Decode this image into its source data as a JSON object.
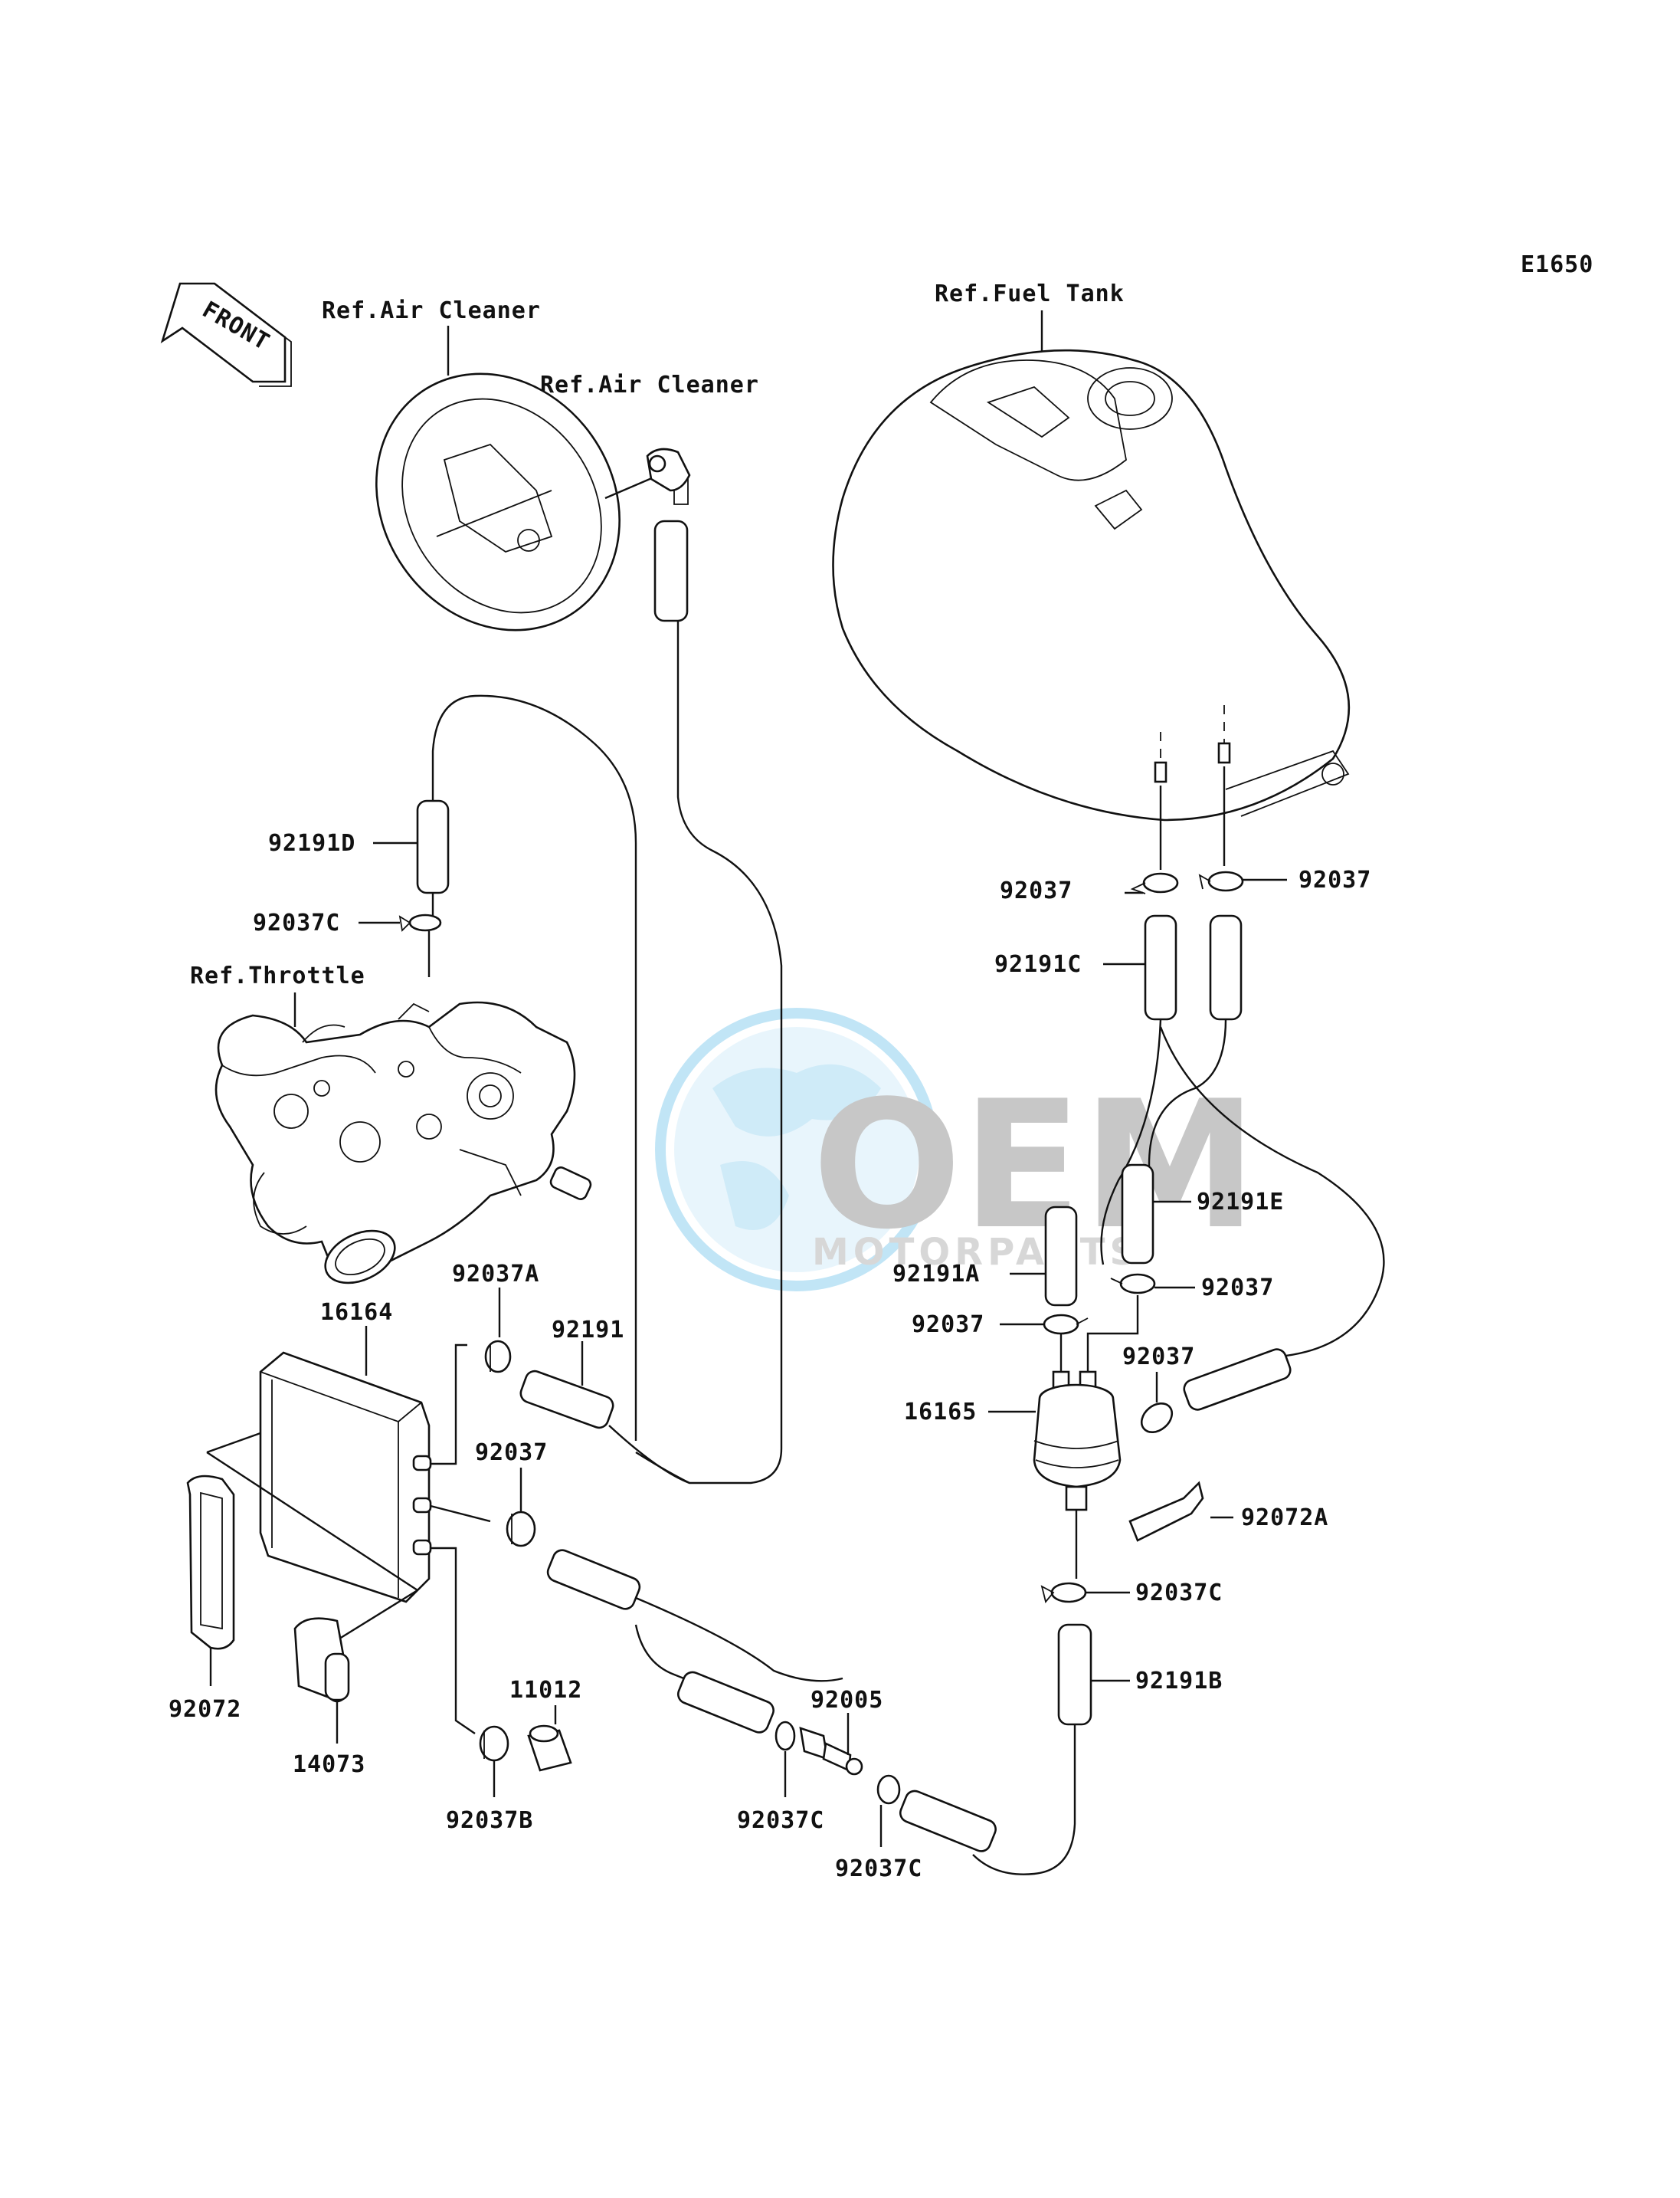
{
  "diagram_code": "E1650",
  "front_label": "FRONT",
  "references": {
    "air_cleaner_1": "Ref.Air Cleaner",
    "air_cleaner_2": "Ref.Air Cleaner",
    "fuel_tank": "Ref.Fuel Tank",
    "throttle": "Ref.Throttle"
  },
  "part_labels": {
    "p92191D": "92191D",
    "p92037C_top": "92037C",
    "p92037_tank_left": "92037",
    "p92037_tank_right": "92037",
    "p92191C": "92191C",
    "p92191E": "92191E",
    "p92191A": "92191A",
    "p92037_filter_right": "92037",
    "p92037_filter_left": "92037",
    "p92037_filter_side": "92037",
    "p16165": "16165",
    "p92072A": "92072A",
    "p92037C_filter_bottom": "92037C",
    "p92191B": "92191B",
    "p92037A": "92037A",
    "p16164": "16164",
    "p92191": "92191",
    "p92037_canister": "92037",
    "p92072": "92072",
    "p14073": "14073",
    "p11012": "11012",
    "p92037B": "92037B",
    "p92005": "92005",
    "p92037C_bottom_left": "92037C",
    "p92037C_bottom_right": "92037C"
  },
  "watermark": {
    "brand": "OEM",
    "sub": "MOTORPARTS"
  }
}
